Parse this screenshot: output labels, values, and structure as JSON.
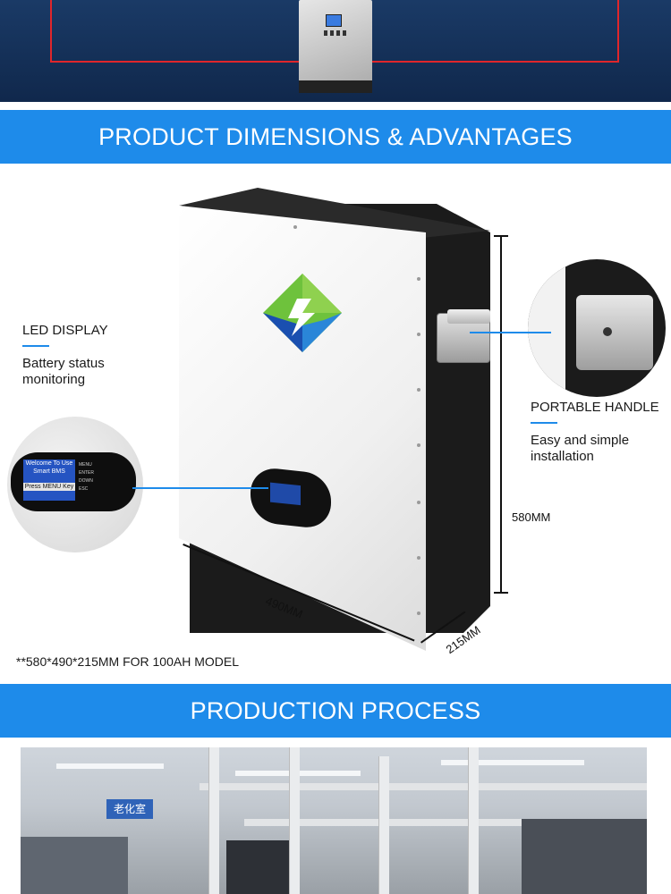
{
  "sections": {
    "dimensions_title": "PRODUCT DIMENSIONS & ADVANTAGES",
    "production_title": "PRODUCTION PROCESS"
  },
  "callouts": {
    "led_title": "LED DISPLAY",
    "led_desc": "Battery status\nmonitoring",
    "handle_title": "PORTABLE HANDLE",
    "handle_desc": "Easy and simple\ninstallation"
  },
  "lcd_zoom": {
    "line1": "Welcome To Use",
    "line2": "Smart BMS",
    "line3": "Press MENU Key",
    "keys": [
      "MENU",
      "ENTER",
      "DOWN",
      "ESC"
    ]
  },
  "dimensions": {
    "width": "490MM",
    "depth": "215MM",
    "height": "580MM",
    "footnote": "**580*490*215MM FOR 100AH MODEL"
  },
  "factory_sign": "老化室",
  "colors": {
    "banner_blue": "#1e8bea",
    "top_navy": "#1a3a66",
    "frame_red": "#e0262b"
  }
}
